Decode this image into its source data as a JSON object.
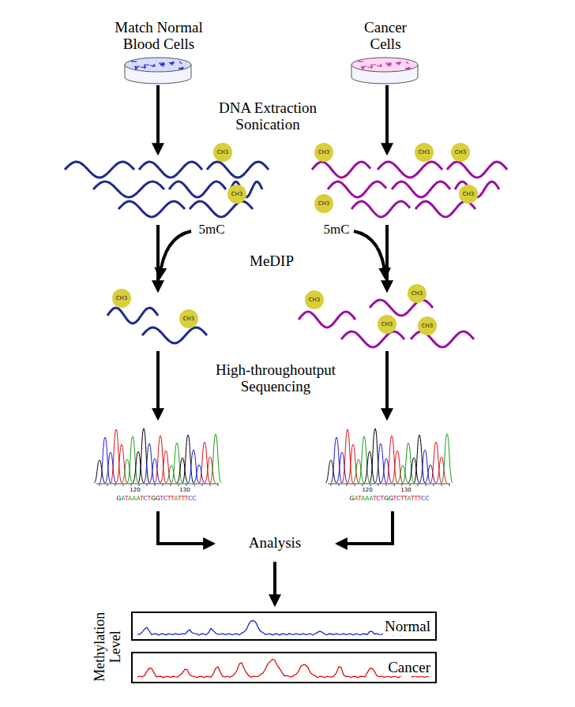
{
  "diagram": {
    "nodes": [
      {
        "text": [
          "CH3"
        ]
      },
      {
        "text": [
          "CH3"
        ]
      },
      {
        "text": [
          "CH3"
        ]
      },
      {
        "text": [
          "CH3"
        ]
      },
      {
        "text": [
          "CH3"
        ]
      },
      {
        "text": [
          "CH3"
        ]
      },
      {
        "text": [
          "CH3"
        ]
      },
      {
        "text": [
          "CH3"
        ]
      },
      {
        "text": [
          "CH3"
        ]
      },
      {
        "text": [
          "CH3"
        ]
      },
      {
        "text": [
          "CH3"
        ]
      },
      {
        "text": [
          "CH3"
        ]
      },
      {
        "text": [
          "CH3"
        ]
      },
      {
        "text": [
          "Normal"
        ]
      },
      {
        "text": [
          "Cancer"
        ]
      }
    ],
    "labels": [
      "Match Normal Blood Cells",
      "Cancer Cells",
      "DNA Extraction Sonication",
      "5mC",
      "5mC",
      "MeDIP",
      "High-throughoutput Sequencing",
      "120",
      "130",
      "GATAAATCTGGTCTTATTTCC",
      "120",
      "130",
      "GATAAATCTGGTCTTATTTCC",
      "Analysis",
      "Methylation Level"
    ]
  }
}
